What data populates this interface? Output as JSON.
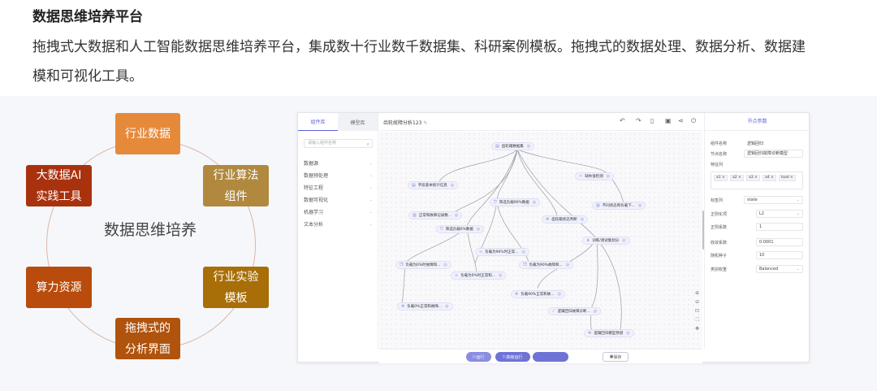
{
  "header": {
    "title": "数据思维培养平台",
    "description": "拖拽式大数据和人工智能数据思维培养平台，集成数十行业数千数据集、科研案例模板。拖拽式的数据处理、数据分析、数据建模和可视化工具。"
  },
  "diagram": {
    "center": "数据思维培养",
    "nodes": [
      {
        "line1": "行业数据",
        "line2": "",
        "color": "#e58a3b"
      },
      {
        "line1": "行业算法",
        "line2": "组件",
        "color": "#b0893f"
      },
      {
        "line1": "行业实验",
        "line2": "模板",
        "color": "#a86e08"
      },
      {
        "line1": "拖拽式的",
        "line2": "分析界面",
        "color": "#b0530d"
      },
      {
        "line1": "算力资源",
        "line2": "",
        "color": "#b94c0c"
      },
      {
        "line1": "大数据AI",
        "line2": "实践工具",
        "color": "#a9320e"
      }
    ]
  },
  "app": {
    "tabs": {
      "components": "组件库",
      "models": "模型库"
    },
    "search_placeholder": "请输入组件名称",
    "categories": [
      "数据源",
      "数据预处理",
      "特征工程",
      "数据可视化",
      "机器学习",
      "文本分析"
    ],
    "canvas_title": "齿轮故障分析123",
    "nodes": [
      "齿轮箱数据集",
      "缺失值检测",
      "字段基本统计信息",
      "筛选负载90%数据",
      "不同状态和负载下...",
      "正常和故障记录数...",
      "齿轮箱状态判断",
      "筛选负载0%数据",
      "训练/测试集划分",
      "负载为0%时故障和...",
      "负载为90%时正常...",
      "负载为90%故障和...",
      "负载为0%时正常和...",
      "负载90%正常和故...",
      "负载0%正常和故障...",
      "逻辑回归故障诊断...",
      "逻辑回归模型预测"
    ],
    "panel": {
      "title": "节点参数",
      "component_name_label": "组件名称",
      "component_name": "逻辑回归",
      "node_name_label": "节点名称",
      "node_name": "逻辑回归故障诊断模型",
      "feature_label": "特征列",
      "features": [
        "a1",
        "a2",
        "a3",
        "a4",
        "load"
      ],
      "target_label": "标签列",
      "target": "state",
      "reg_label": "正则化项",
      "reg": "L2",
      "reg_coef_label": "正则系数",
      "reg_coef": "1",
      "tol_label": "收敛系数",
      "tol": "0.0001",
      "seed_label": "随机种子",
      "seed": "10",
      "weight_label": "类别权重",
      "weight": "Balanced"
    },
    "buttons": {
      "run": "运行",
      "advanced_run": "高级运行",
      "save": "保存"
    }
  }
}
